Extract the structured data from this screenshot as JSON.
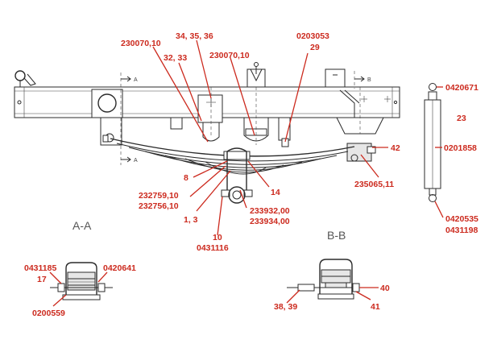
{
  "colors": {
    "callout": "#cc2a1e",
    "line": "#2b2b2b",
    "background": "#ffffff"
  },
  "callouts": {
    "c230070_a": "230070,10",
    "c34_35_36": "34, 35, 36",
    "c32_33": "32, 33",
    "c230070_b": "230070,10",
    "c0203053": "0203053",
    "c29": "29",
    "c0420671": "0420671",
    "c23": "23",
    "c0201858": "0201858",
    "c42": "42",
    "c235065": "235065,11",
    "c8": "8",
    "c14": "14",
    "c232759": "232759,10",
    "c232756": "232756,10",
    "c1_3": "1, 3",
    "c233932": "233932,00",
    "c233934": "233934,00",
    "c10": "10",
    "c0431116": "0431116",
    "c0420535": "0420535",
    "c0431198": "0431198",
    "c0431185": "0431185",
    "c17": "17",
    "c0420641": "0420641",
    "c0200559": "0200559",
    "c40": "40",
    "c41": "41",
    "c38_39": "38, 39"
  },
  "sections": {
    "aa": "A-A",
    "bb": "B-B"
  },
  "cut_markers": {
    "a_top": "A",
    "a_bottom": "A",
    "b_top": "B"
  }
}
